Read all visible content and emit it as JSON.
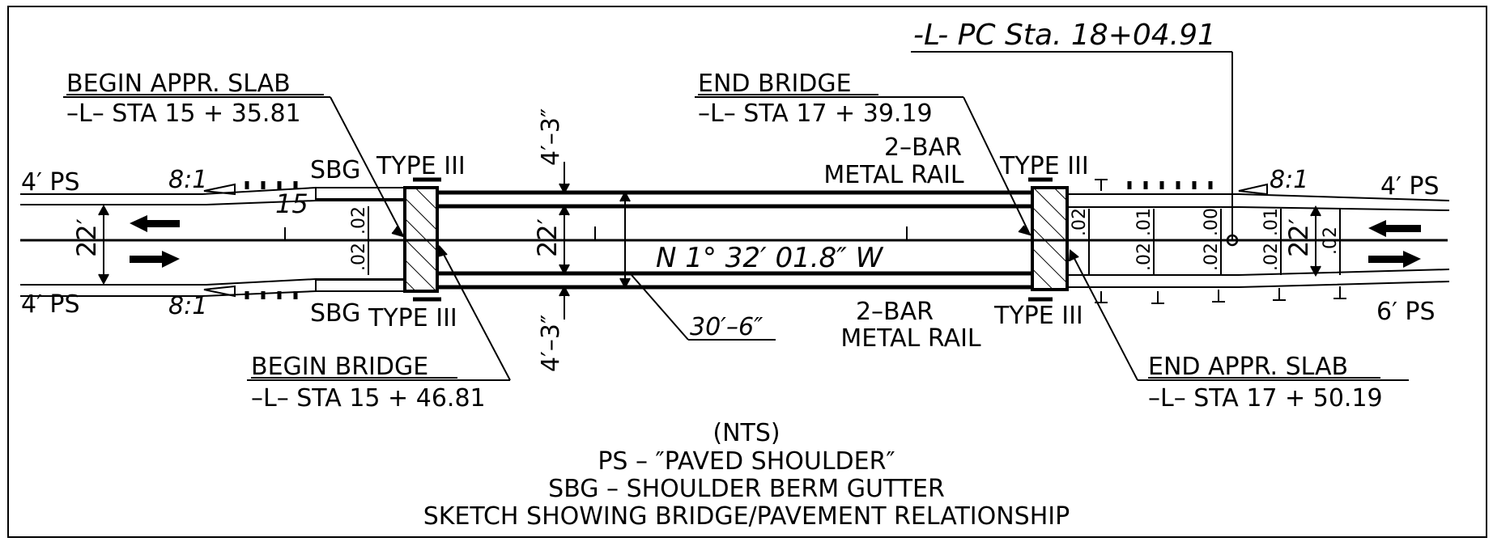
{
  "labels": {
    "pc_station": "-L-  PC  Sta. 18+04.91",
    "begin_appr_slab_title": "BEGIN  APPR. SLAB",
    "begin_appr_slab_station": "–L–  STA  15 + 35.81",
    "end_bridge_title": "END  BRIDGE",
    "end_bridge_station": "–L–  STA  17 + 39.19",
    "begin_bridge_title": "BEGIN  BRIDGE",
    "begin_bridge_station": "–L–  STA  15 + 46.81",
    "end_appr_slab_title": "END  APPR. SLAB",
    "end_appr_slab_station": "–L–  STA  17 + 50.19",
    "rail_top_line1": "2–BAR",
    "rail_top_line2": "METAL RAIL",
    "rail_bottom_line1": "2–BAR",
    "rail_bottom_line2": "METAL RAIL",
    "type_iii": "TYPE  III",
    "sbg": "SBG",
    "ps_4": "4′ PS",
    "ps_6": "6′ PS",
    "taper": "8:1",
    "width_22": "22′",
    "offset_4_3": "4′–3″",
    "bridge_width": "30′–6″",
    "bearing": "N  1° 32′ 01.8″ W",
    "grade_02": ".02",
    "grade_01": ".01",
    "grade_00": ".00",
    "slope_15": "15"
  },
  "notes": {
    "nts": "(NTS)",
    "ps_def": "PS  –  ″PAVED  SHOULDER″",
    "sbg_def": "SBG  –  SHOULDER  BERM  GUTTER",
    "caption": "SKETCH  SHOWING  BRIDGE/PAVEMENT  RELATIONSHIP"
  }
}
